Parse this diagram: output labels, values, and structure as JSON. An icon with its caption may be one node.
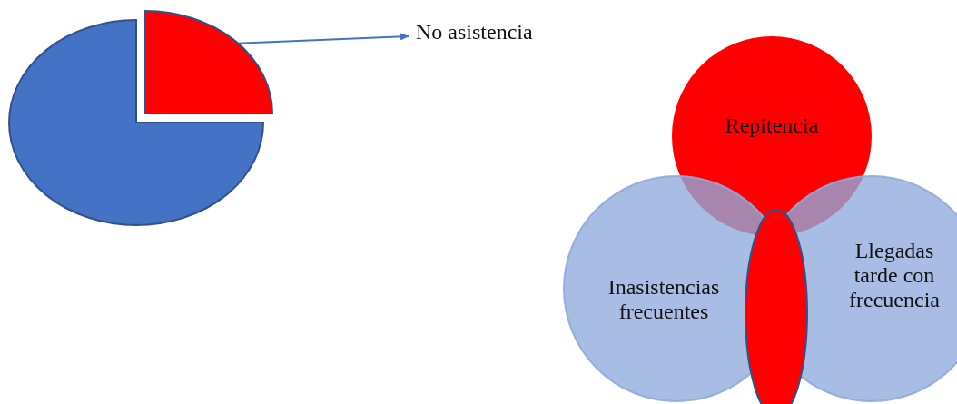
{
  "diagram": {
    "nodes": [
      {
        "text": [],
        "shape": "slice"
      },
      {
        "text": [
          "No asistencia"
        ]
      },
      {
        "text": [
          "Repitencia"
        ]
      },
      {
        "text": [
          "Inasistencias frecuentes"
        ]
      },
      {
        "text": [
          "Llegadas tarde con frecuencia"
        ]
      },
      {
        "text": [],
        "shape": "ellipse"
      }
    ],
    "edges": [
      {
        "from": 0,
        "to": 1,
        "arrow": "to"
      }
    ]
  }
}
